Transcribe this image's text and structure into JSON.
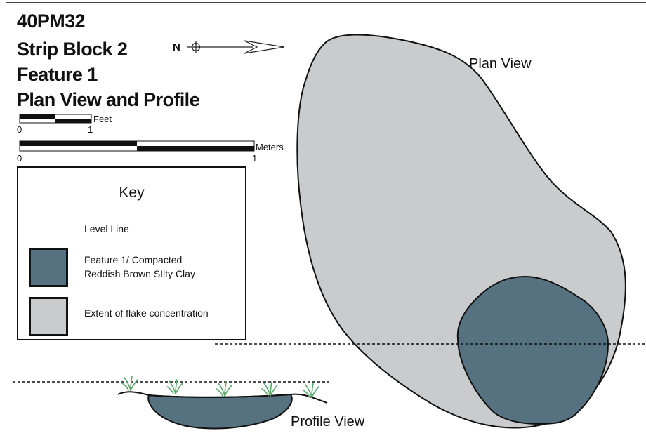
{
  "title": {
    "line1": "40PM32",
    "line2": "Strip Block 2",
    "line3": "Feature 1",
    "line4": "Plan View and Profile"
  },
  "north_arrow": {
    "label": "N"
  },
  "scales": {
    "feet": {
      "unit": "Feet",
      "start": "0",
      "end": "1"
    },
    "meters": {
      "unit": "Meters",
      "start": "0",
      "end": "1"
    }
  },
  "key": {
    "title": "Key",
    "items": [
      {
        "label": "Level Line",
        "symbol": "dashed-line"
      },
      {
        "label_line1": "Feature 1/ Compacted",
        "label_line2": "Reddish Brown SIlty Clay",
        "fill": "#56717f"
      },
      {
        "label": "Extent of flake concentration",
        "fill": "#c9cbcd"
      }
    ]
  },
  "labels": {
    "plan_view": "Plan View",
    "profile_view": "Profile View"
  },
  "colors": {
    "feature_fill": "#56717f",
    "flake_fill": "#c9cbcd",
    "outline": "#111111",
    "grass": "#5aa86a"
  }
}
